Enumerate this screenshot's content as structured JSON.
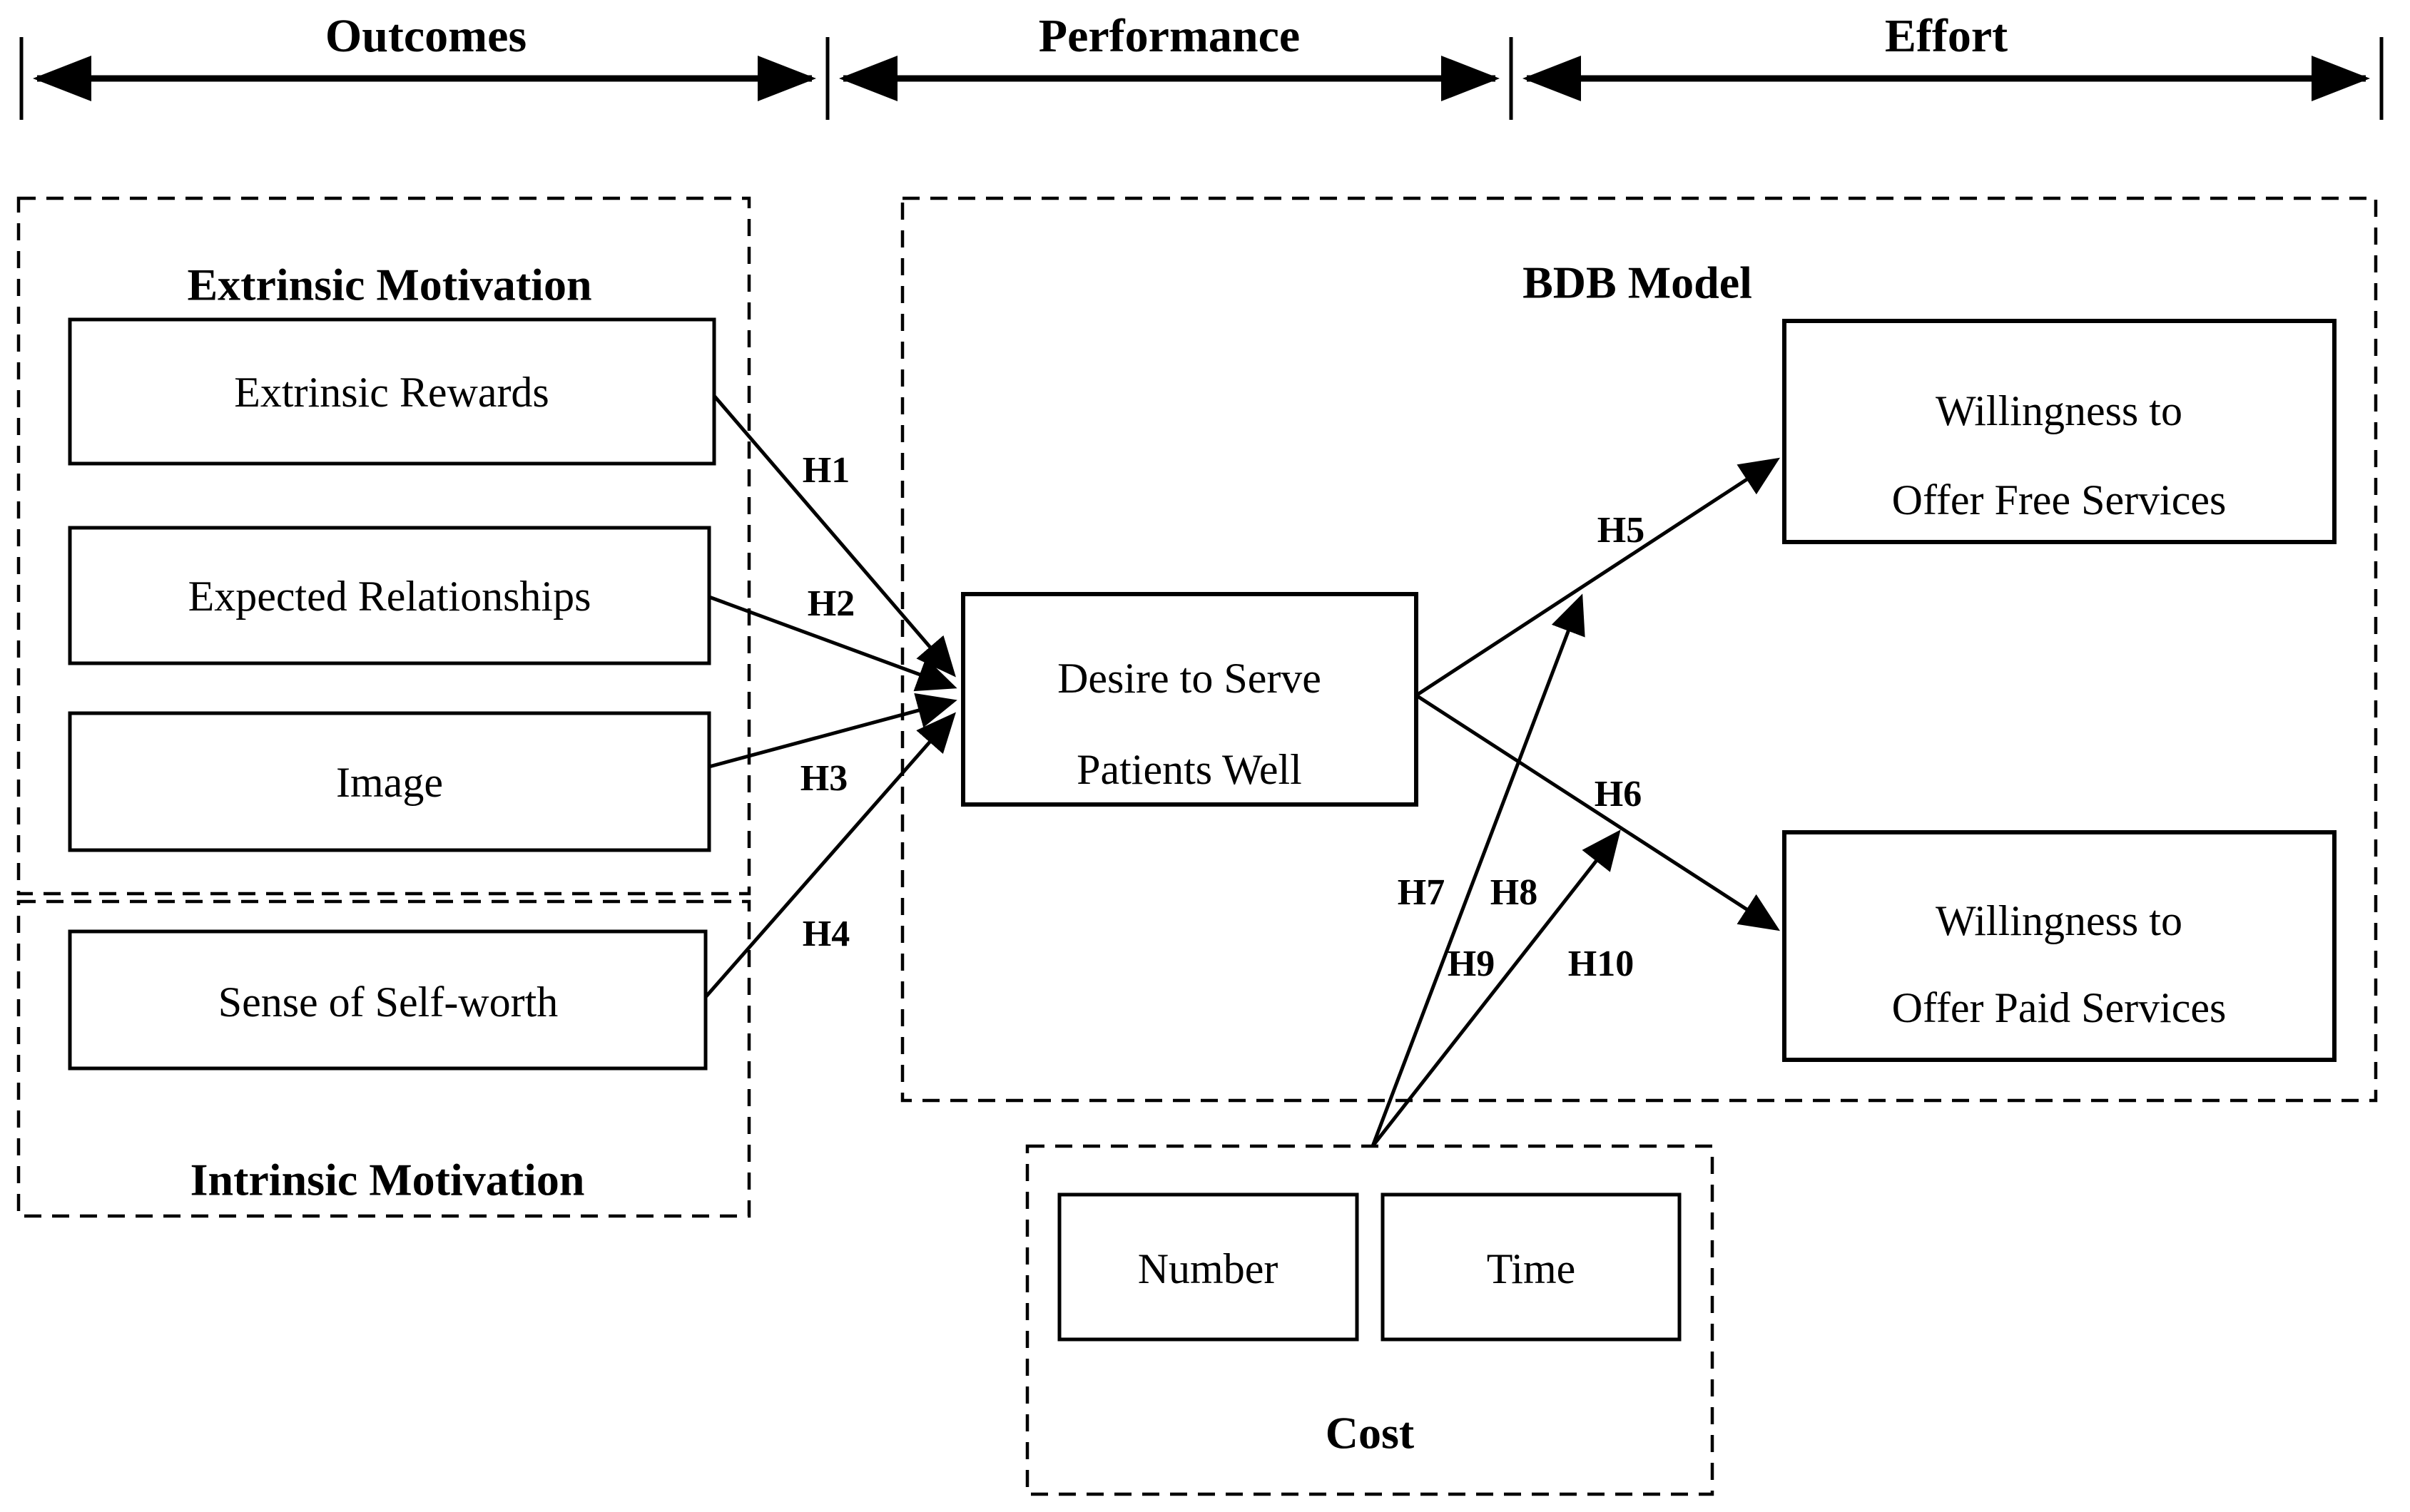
{
  "ruler": {
    "sections": [
      {
        "label": "Outcomes"
      },
      {
        "label": "Performance"
      },
      {
        "label": "Effort"
      }
    ]
  },
  "extrinsic_group": {
    "title": "Extrinsic Motivation",
    "boxes": [
      {
        "label": "Extrinsic Rewards"
      },
      {
        "label": "Expected Relationships"
      },
      {
        "label": "Image"
      }
    ]
  },
  "intrinsic_group": {
    "title": "Intrinsic Motivation",
    "boxes": [
      {
        "label": "Sense of Self-worth"
      }
    ]
  },
  "bdb_group": {
    "title": "BDB Model",
    "desire": {
      "line1": "Desire to Serve",
      "line2": "Patients Well"
    },
    "free": {
      "line1": "Willingness to",
      "line2": "Offer Free Services"
    },
    "paid": {
      "line1": "Willingness to",
      "line2": "Offer Paid Services"
    }
  },
  "cost_group": {
    "title": "Cost",
    "boxes": [
      {
        "label": "Number"
      },
      {
        "label": "Time"
      }
    ]
  },
  "hypotheses": {
    "h1": "H1",
    "h2": "H2",
    "h3": "H3",
    "h4": "H4",
    "h5": "H5",
    "h6": "H6",
    "h7": "H7",
    "h8": "H8",
    "h9": "H9",
    "h10": "H10"
  },
  "colors": {
    "ink": "#000000",
    "background": "#ffffff"
  }
}
